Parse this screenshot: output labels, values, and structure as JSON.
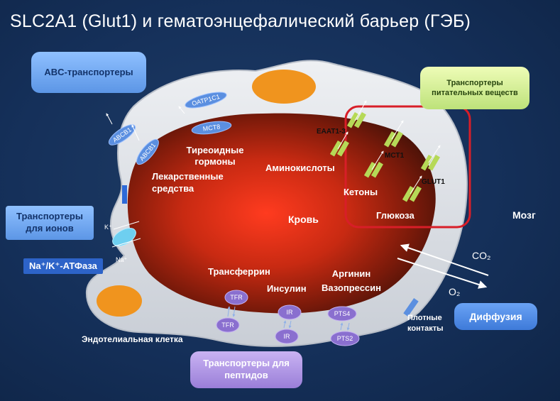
{
  "title": "SLC2A1 (Glut1) и гематоэнцефалический барьер (ГЭБ)",
  "boxes": {
    "abc": "ABC-транспортеры",
    "nutrients": "Транспортеры питательных веществ",
    "ions": "Транспортеры для ионов",
    "atpase": "Na⁺/K⁺-АТФаза",
    "diffusion": "Диффузия",
    "peptides": "Транспортеры для пептидов"
  },
  "labels": {
    "blood": "Кровь",
    "brain": "Мозг",
    "endothelial_cell": "Эндотелиальная клетка",
    "tight_junctions": "Плотные контакты",
    "thyroid_hormones": "Тиреоидные гормоны",
    "drugs": "Лекарственные средства",
    "amino_acids": "Аминокислоты",
    "ketones": "Кетоны",
    "glucose": "Глюкоза",
    "transferrin": "Трансферрин",
    "insulin": "Инсулин",
    "arginine_vasopressin": "Аргинин Вазопрессин",
    "co2": "CO₂",
    "o2": "O₂",
    "k_plus": "K⁺",
    "na_plus": "Na⁺"
  },
  "transporters": {
    "abcb1": "ABCB1",
    "oatp1c1": "OATP1C1",
    "mct8": "MCT8",
    "eaat": "EAAT1-3",
    "mct1": "MCT1",
    "glut1": "GLUT1",
    "tfr": "TFR",
    "ir": "IR",
    "pts4": "PTS4",
    "pts2": "PTS2"
  },
  "colors": {
    "background": "#15305a",
    "cell": "#d9dde3",
    "blood_center": "#ff3b1f",
    "blood_edge": "#4a1208",
    "nucleus": "#f0941e",
    "highlight": "#d81e28",
    "transporter_blue": "#5b8fe0",
    "transporter_purple": "#8a6fcf",
    "channel_green": "#b6d957"
  }
}
